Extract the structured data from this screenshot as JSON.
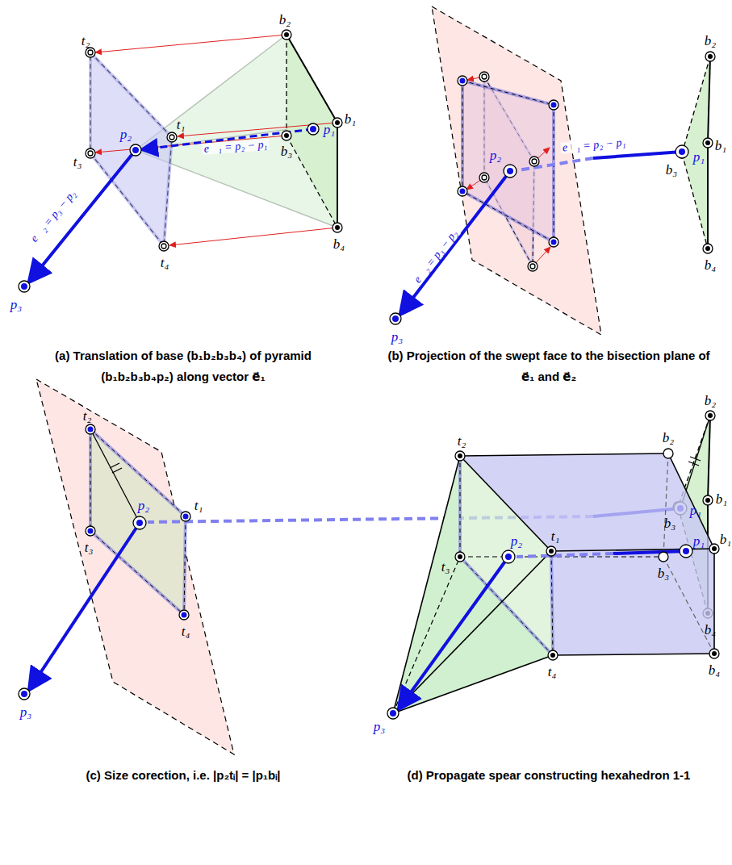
{
  "diagram": {
    "labels": [
      "b₂",
      "t₂",
      "t₁",
      "b₁",
      "t₃",
      "p₂",
      "b₃",
      "p₁",
      "e⃗₁ = p₂ − p₁",
      "t₄",
      "b₄",
      "e⃗₂ = p₃ − p₂",
      "p₃",
      "b₂",
      "p₂",
      "e⃗₁ = p₂ − p₁",
      "b₁",
      "b₃",
      "p₁",
      "e⃗₂ = p₃ − p₂",
      "b₄",
      "p₃",
      "t₂",
      "b₂",
      "t₁",
      "b₁",
      "p₂",
      "b₃",
      "p₁",
      "t₃",
      "t₄",
      "b₄",
      "p₃",
      "t₂",
      "b₂",
      "t₁",
      "b₁",
      "p₂",
      "b₃",
      "p₁",
      "t₃",
      "t₄",
      "b₄",
      "p₃",
      "(a) Translation of base (b₁b₂b₃b₄) of pyramid (b₁b₂b₃b₄p₂) along vector e⃗₁",
      "(b) Projection of the swept face to the bisection plane of e⃗₁ and e⃗₂",
      "(c) Size corection, i.e. |p₂tᵢ| = |p₁bᵢ|",
      "(d) Propagate spear constructing hexahedron 1-1"
    ]
  }
}
